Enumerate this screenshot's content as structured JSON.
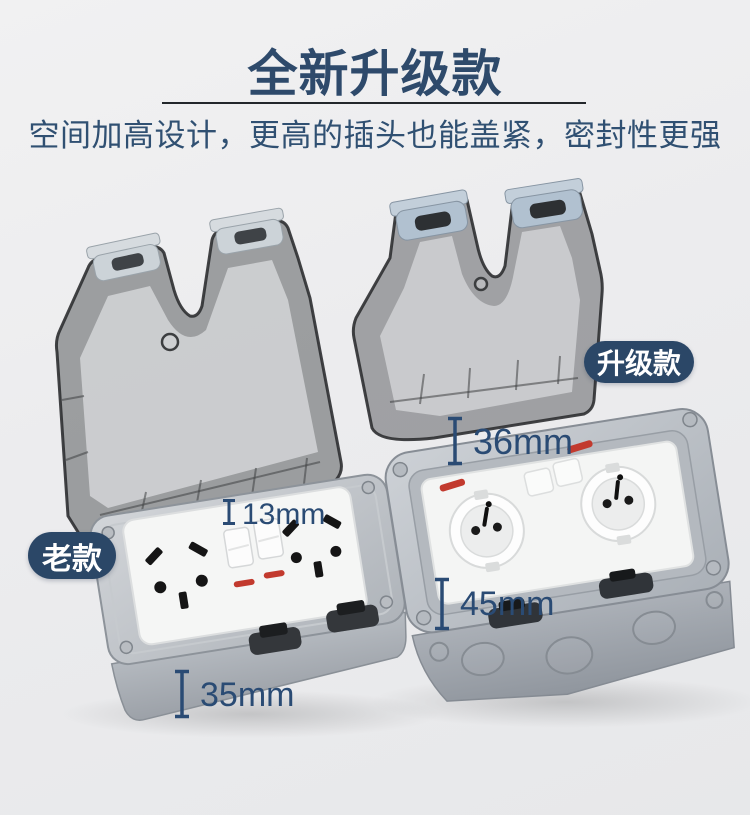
{
  "page": {
    "background": "#ededee"
  },
  "header": {
    "title": "全新升级款",
    "subtitle": "空间加高设计，更高的插头也能盖紧，密封性更强"
  },
  "badges": {
    "upgraded": "升级款",
    "old": "老款"
  },
  "measurements": {
    "old_lid_clearance": "13mm",
    "upgraded_lid_clearance": "36mm",
    "upgraded_body_depth": "45mm",
    "old_body_depth": "35mm"
  },
  "icons": {
    "dimension_marker": "i-beam-vertical-extent-marker"
  },
  "colors": {
    "accent_navy": "#2e4a6b",
    "badge_background": "#2b4767",
    "badge_text": "#ffffff",
    "dimension_text": "#2a4b74",
    "indicator_red": "#c23a2e",
    "body_gray": "#b7bcc2",
    "panel_white": "#f5f6f5",
    "lid_smoke": "rgba(90,92,95,0.55)",
    "latch_gray": "#ccd3d8",
    "latch_blue_gray": "#b1c1d0"
  }
}
